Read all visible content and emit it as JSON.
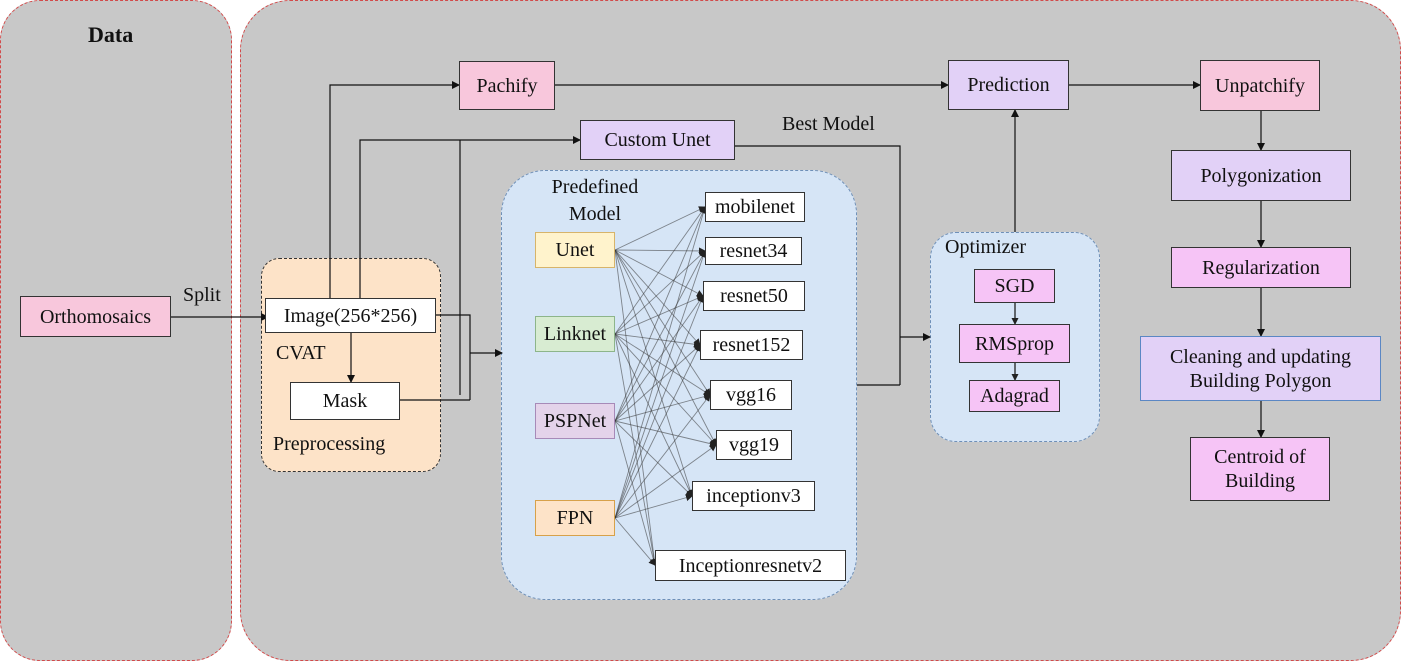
{
  "data_panel": {
    "title": "Data"
  },
  "nodes": {
    "orthomosaics": "Orthomosaics",
    "split": "Split",
    "image": "Image(256*256)",
    "cvat": "CVAT",
    "mask": "Mask",
    "preprocessing": "Preprocessing",
    "pachify": "Pachify",
    "custom_unet": "Custom Unet",
    "best_model": "Best Model",
    "predefined_model": "Predefined\nModel",
    "prediction": "Prediction",
    "unpatchify": "Unpatchify",
    "polygonization": "Polygonization",
    "regularization": "Regularization",
    "cleaning": "Cleaning and updating\nBuilding Polygon",
    "centroid": "Centroid of\nBuilding"
  },
  "predefined_models": {
    "label": "Predefined\nModel",
    "architectures": [
      "Unet",
      "Linknet",
      "PSPNet",
      "FPN"
    ],
    "backbones": [
      "mobilenet",
      "resnet34",
      "resnet50",
      "resnet152",
      "vgg16",
      "vgg19",
      "inceptionv3",
      "Inceptionresnetv2"
    ]
  },
  "optimizer": {
    "label": "Optimizer",
    "items": [
      "SGD",
      "RMSprop",
      "Adagrad"
    ]
  }
}
